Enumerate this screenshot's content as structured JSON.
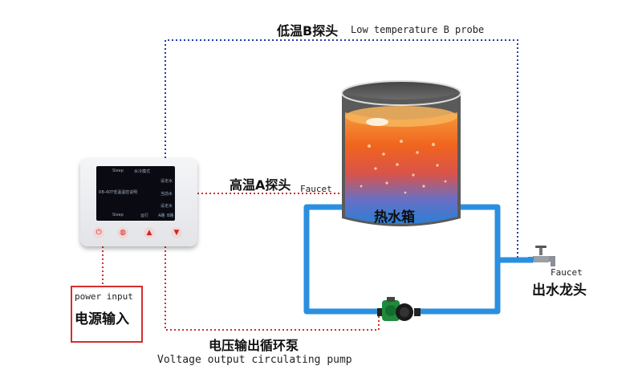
{
  "labels": {
    "low_temp_cn": "低温B探头",
    "low_temp_en": "Low temperature B probe",
    "high_temp_cn": "高温A探头",
    "high_temp_en": "Faucet",
    "tank_cn": "热水箱",
    "power_en": "power input",
    "power_cn": "电源输入",
    "pump_cn": "电压输出循环泵",
    "pump_en": "Voltage output circulating pump",
    "faucet_en": "Faucet",
    "faucet_cn": "出水龙头"
  },
  "controller": {
    "screen": {
      "top_left": "Sleep",
      "top_mid": "水冷模式",
      "title": "RB-40T低温温控说明",
      "right_1": "设定水",
      "right_2": "当前水",
      "right_3": "设定水",
      "bottom_left": "Sleep",
      "bottom_mid": "运行",
      "bottom_right_a": "A路",
      "bottom_right_b": "B路"
    },
    "buttons": [
      "power-button",
      "settings-button",
      "up-button",
      "down-button"
    ]
  },
  "colors": {
    "probe_line_blue": "#1e3fa8",
    "probe_line_red": "#d32f2f",
    "pipe_blue": "#2b8fe0",
    "hot_orange": "#f0641e",
    "tank_water": "#2a7fd6",
    "pump_green": "#1f8a3c"
  }
}
